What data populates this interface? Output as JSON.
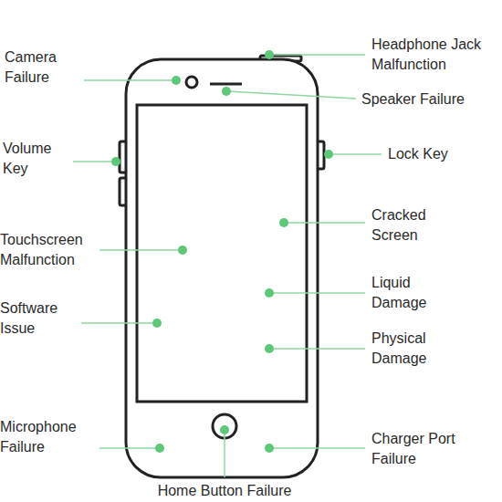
{
  "diagram": {
    "labels": [
      "Camera Failure",
      "Headphone Jack Malfunction",
      "Speaker Failure",
      "Volume Key",
      "Lock Key",
      "Touchscreen Malfunction",
      "Cracked Screen",
      "Software Issue",
      "Liquid Damage",
      "Physical Damage",
      "Microphone Failure",
      "Charger Port Failure",
      "Home Button Failure"
    ]
  }
}
